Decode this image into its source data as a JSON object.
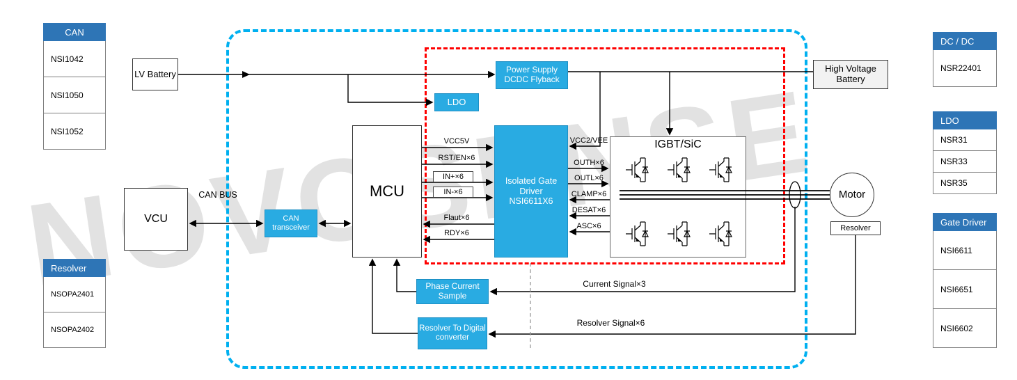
{
  "watermark": "NOVOSENSE",
  "panels": {
    "can": {
      "title": "CAN",
      "items": [
        "NSI1042",
        "NSI1050",
        "NSI1052"
      ]
    },
    "resolver": {
      "title": "Resolver",
      "items": [
        "NSOPA2401",
        "NSOPA2402"
      ]
    },
    "dcdc": {
      "title": "DC / DC",
      "items": [
        "NSR22401"
      ]
    },
    "ldo": {
      "title": "LDO",
      "items": [
        "NSR31",
        "NSR33",
        "NSR35"
      ]
    },
    "gatedrv": {
      "title": "Gate Driver",
      "items": [
        "NSI6611",
        "NSI6651",
        "NSI6602"
      ]
    }
  },
  "blocks": {
    "lv_battery": "LV Battery",
    "vcu": "VCU",
    "can_bus_label": "CAN BUS",
    "can_transceiver": "CAN transceiver",
    "mcu": "MCU",
    "ldo": "LDO",
    "power_supply": "Power Supply DCDC Flyback",
    "isolated_gate_driver": "Isolated Gate Driver NSI6611X6",
    "igbt": "IGBT/SiC",
    "hv_battery": "High Voltage Battery",
    "motor": "Motor",
    "resolver": "Resolver",
    "phase_current_sample": "Phase Current Sample",
    "resolver_to_digital": "Resolver To Digital converter"
  },
  "signals": {
    "mcu_to_driver": [
      "VCC5V",
      "RST/EN×6",
      "IN+×6",
      "IN-×6",
      "Flaut×6",
      "RDY×6"
    ],
    "driver_to_igbt": [
      "VCC2/VEE",
      "OUTH×6",
      "OUTL×6",
      "CLAMP×6",
      "DESAT×6",
      "ASC×6"
    ],
    "current_signal": "Current Signal×3",
    "resolver_signal": "Resolver Signal×6"
  },
  "colors": {
    "accent_blue": "#29abe2",
    "panel_header_blue": "#2e75b6",
    "dash_blue": "#00b0f0",
    "dash_red": "#ff0000"
  }
}
